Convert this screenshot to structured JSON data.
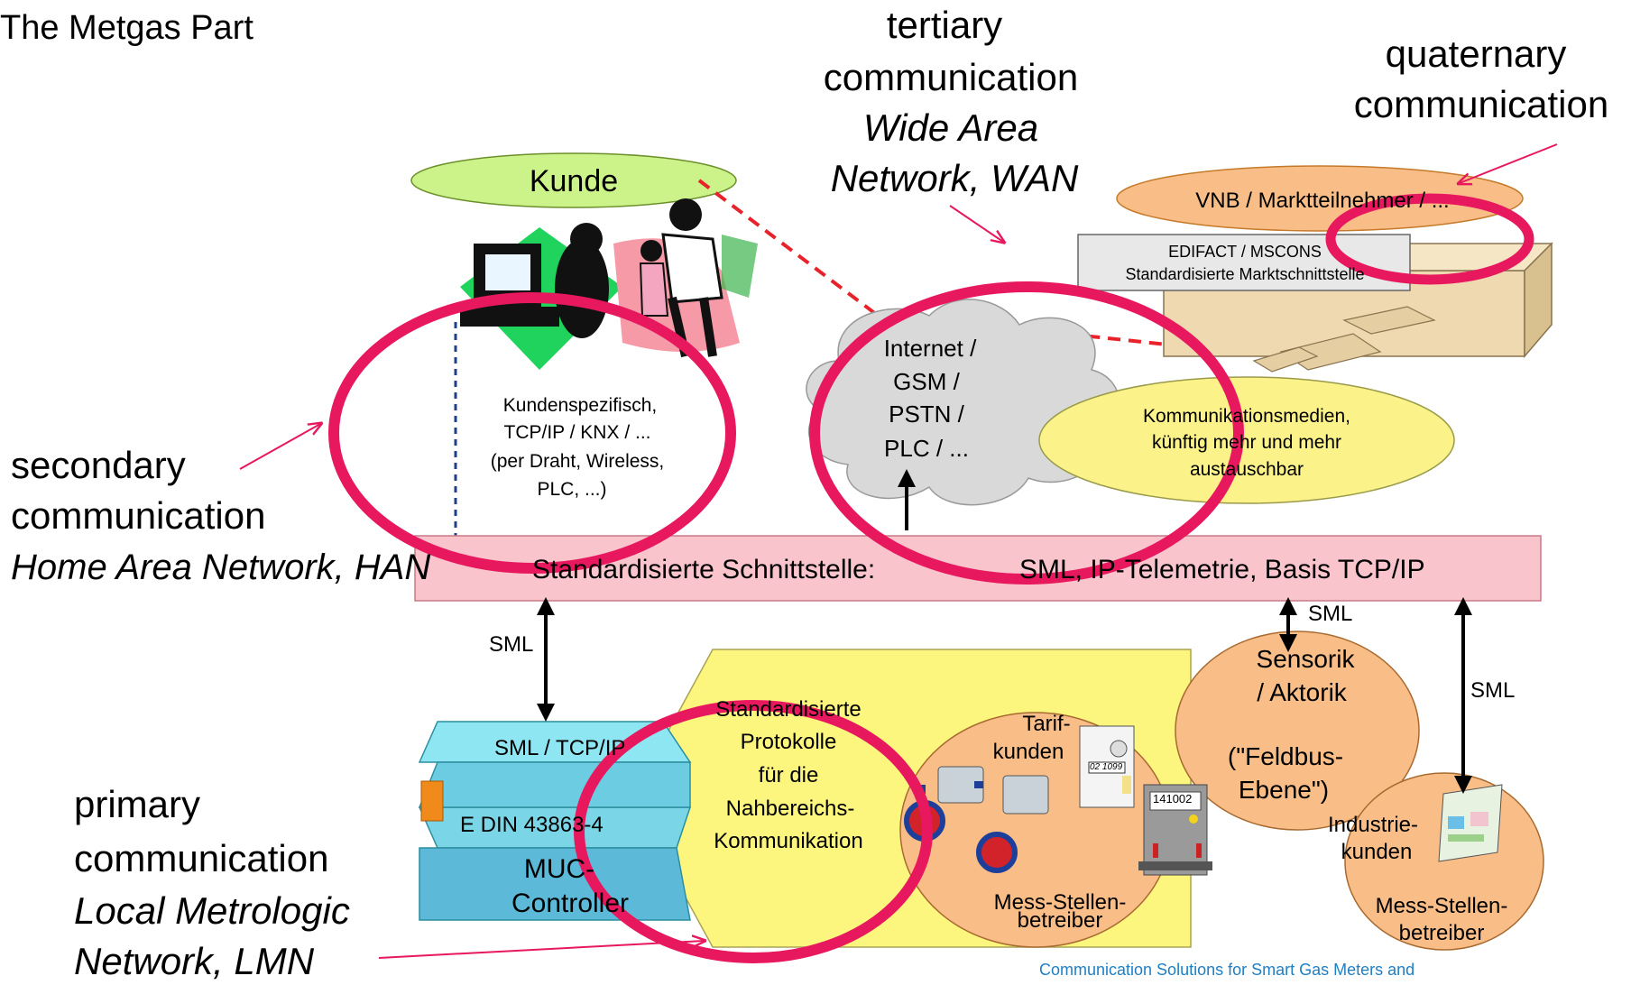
{
  "slide": {
    "title": "The Metgas Part",
    "footer": "Communication Solutions for Smart Gas Meters and"
  },
  "labels": {
    "tertiary_1": "tertiary",
    "tertiary_2": "communication",
    "tertiary_3": "Wide Area",
    "tertiary_4": "Network, WAN",
    "quaternary_1": "quaternary",
    "quaternary_2": "communication",
    "secondary_1": "secondary",
    "secondary_2": "communication",
    "secondary_3": "Home Area Network, HAN",
    "primary_1": "primary",
    "primary_2": "communication",
    "primary_3": "Local Metrologic",
    "primary_4": "Network, LMN"
  },
  "nodes": {
    "kunde": "Kunde",
    "vnb": "VNB / Marktteilnehmer / ...",
    "edifact_1": "EDIFACT / MSCONS",
    "edifact_2": "Standardisierte Marktschnittstelle",
    "han_1": "Kundenspezifisch,",
    "han_2": "TCP/IP / KNX / ...",
    "han_3": "(per Draht, Wireless,",
    "han_4": "PLC, ...)",
    "cloud_1": "Internet /",
    "cloud_2": "GSM /",
    "cloud_3": "PSTN /",
    "cloud_4": "PLC / ...",
    "medien_1": "Kommunikationsmedien,",
    "medien_2": "künftig mehr und mehr",
    "medien_3": "austauschbar",
    "bar_left": "Standardisierte Schnittstelle:",
    "bar_right": "SML, IP-Telemetrie, Basis TCP/IP",
    "sml": "SML",
    "sensor_1": "Sensorik",
    "sensor_2": "/ Aktorik",
    "sensor_3": "(\"Feldbus-",
    "sensor_4": "Ebene\")",
    "muc_top": "SML / TCP/IP",
    "muc_mid": "E DIN 43863-4",
    "muc_bot_1": "MUC-",
    "muc_bot_2": "Controller",
    "proto_1": "Standardisierte",
    "proto_2": "Protokolle",
    "proto_3": "für die",
    "proto_4": "Nahbereichs-",
    "proto_5": "Kommunikation",
    "tarif_1": "Tarif-",
    "tarif_2": "kunden",
    "meter_display": "141002",
    "meter_lcd": "02 1099",
    "msb_1": "Mess-Stellen-",
    "msb_2": "betreiber",
    "ind_1": "Industrie-",
    "ind_2": "kunden"
  },
  "colors": {
    "highlight": "#e8185f",
    "bar": "#f9c4cc",
    "kunde": "#ccf28a",
    "vnb": "#f9be88",
    "medien": "#fbf38a",
    "cloud": "#d9d9d9",
    "muc": "#8ee6f2",
    "proto": "#fcf57e",
    "footer": "#1f7fc4"
  }
}
